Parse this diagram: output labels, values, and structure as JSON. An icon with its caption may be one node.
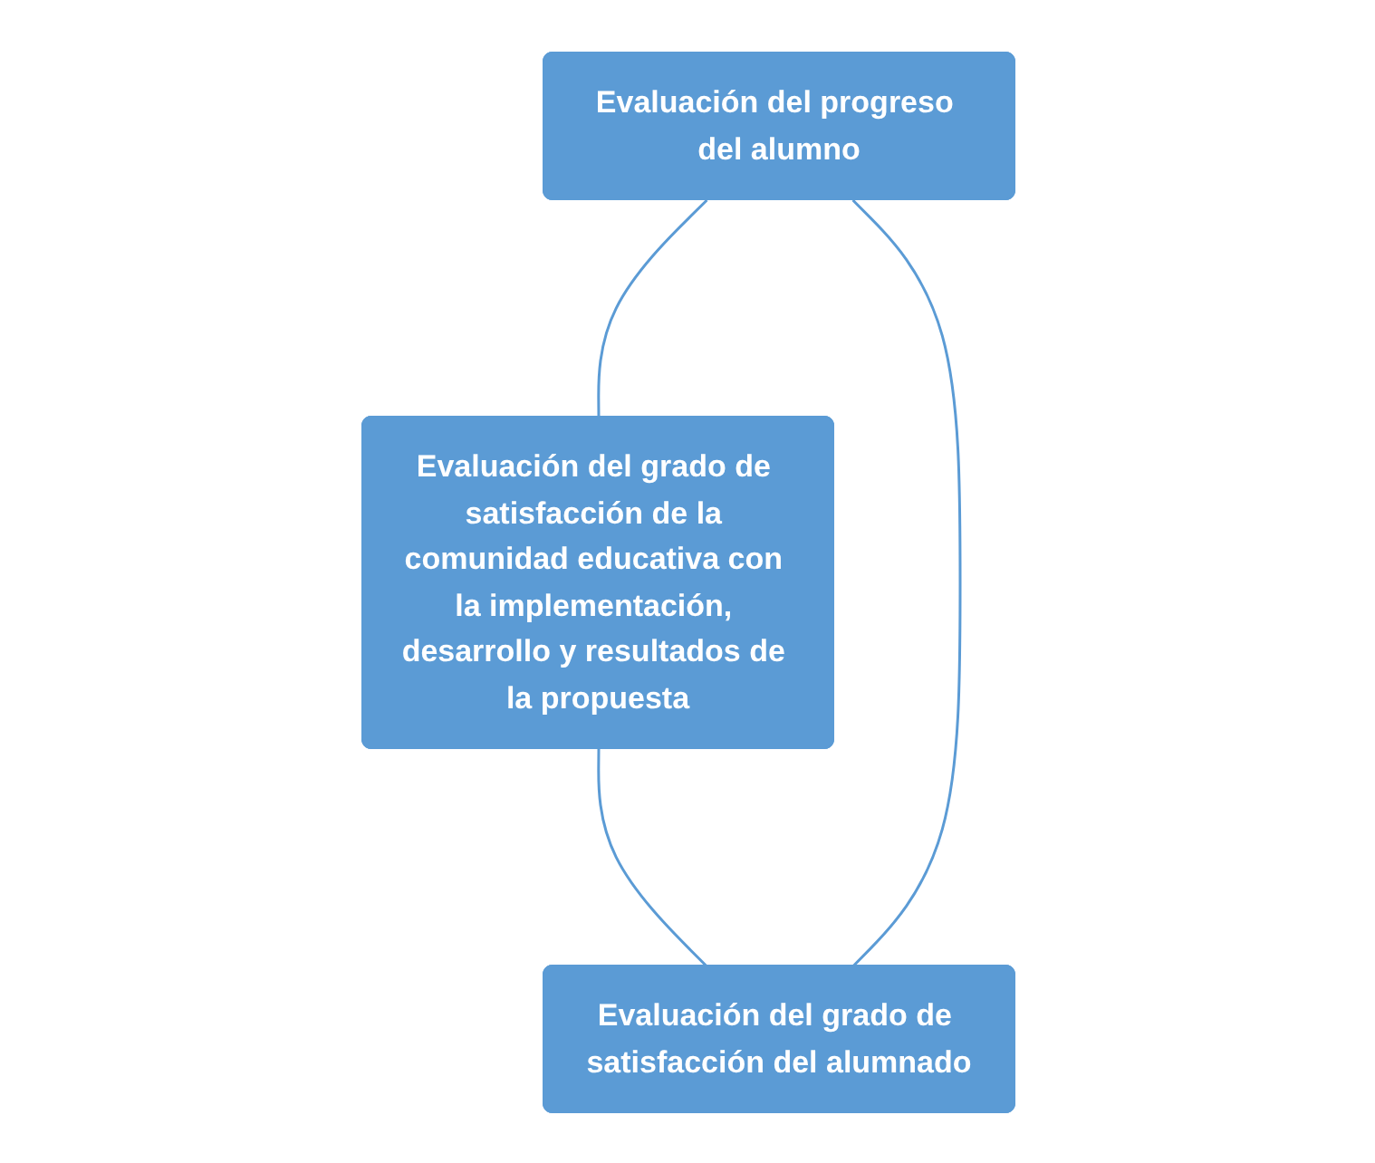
{
  "diagram": {
    "nodes": [
      {
        "text": [
          "Evaluación del progreso del alumno"
        ]
      },
      {
        "text": [
          "Evaluación del grado de satisfacción del alumnado"
        ]
      },
      {
        "text": [
          "Evaluación del grado de satisfacción de la comunidad educativa con la implementación, desarrollo y resultados de la propuesta"
        ]
      }
    ],
    "edges": [
      {
        "from": 0,
        "to": 2,
        "arrow": "none"
      },
      {
        "from": 2,
        "to": 1,
        "arrow": "none"
      },
      {
        "from": 1,
        "to": 0,
        "arrow": "none"
      }
    ]
  }
}
